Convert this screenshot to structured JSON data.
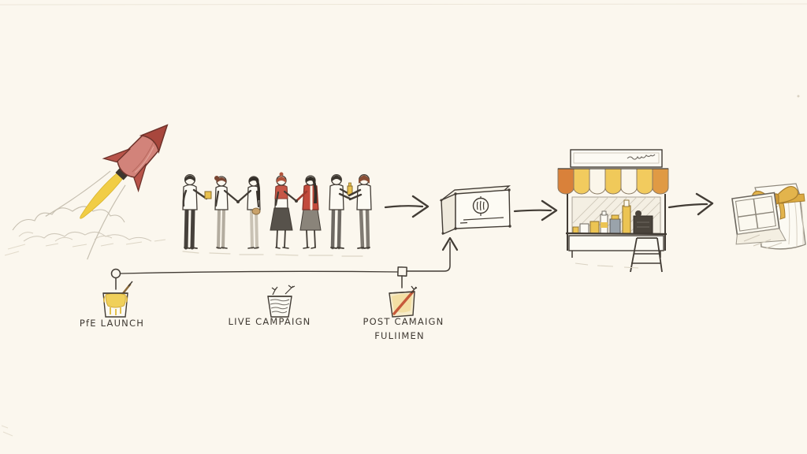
{
  "canvas": {
    "background": "#fbf7ee",
    "ink": "#423c35",
    "pencil": "#c6bfb0"
  },
  "colors": {
    "rocket_body": "#d2837a",
    "rocket_nose": "#a8473d",
    "rocket_fin": "#b8544a",
    "flame_yellow": "#f1cd45",
    "awning_orange": "#d9813a",
    "awning_yellow": "#f2cb5e",
    "ribbon_gold": "#e3b44c",
    "accent_red": "#c24b3c",
    "item_yellow": "#e9c14d"
  },
  "flow": {
    "stage_icons": [
      "rocket-icon",
      "people-handshake-icon",
      "package-box-icon",
      "market-stall-icon",
      "gift-bag-icon"
    ]
  },
  "timeline": {
    "phases": [
      {
        "label": "PfE LAUNCH",
        "icon": "paint-pot-brush-icon"
      },
      {
        "label": "LIVE CAMPAIGN",
        "icon": "scribbled-bucket-icon"
      },
      {
        "label": "POST CAMAIGN",
        "label2": "FULIIMEN",
        "icon": "pot-with-pencil-icon"
      }
    ]
  }
}
